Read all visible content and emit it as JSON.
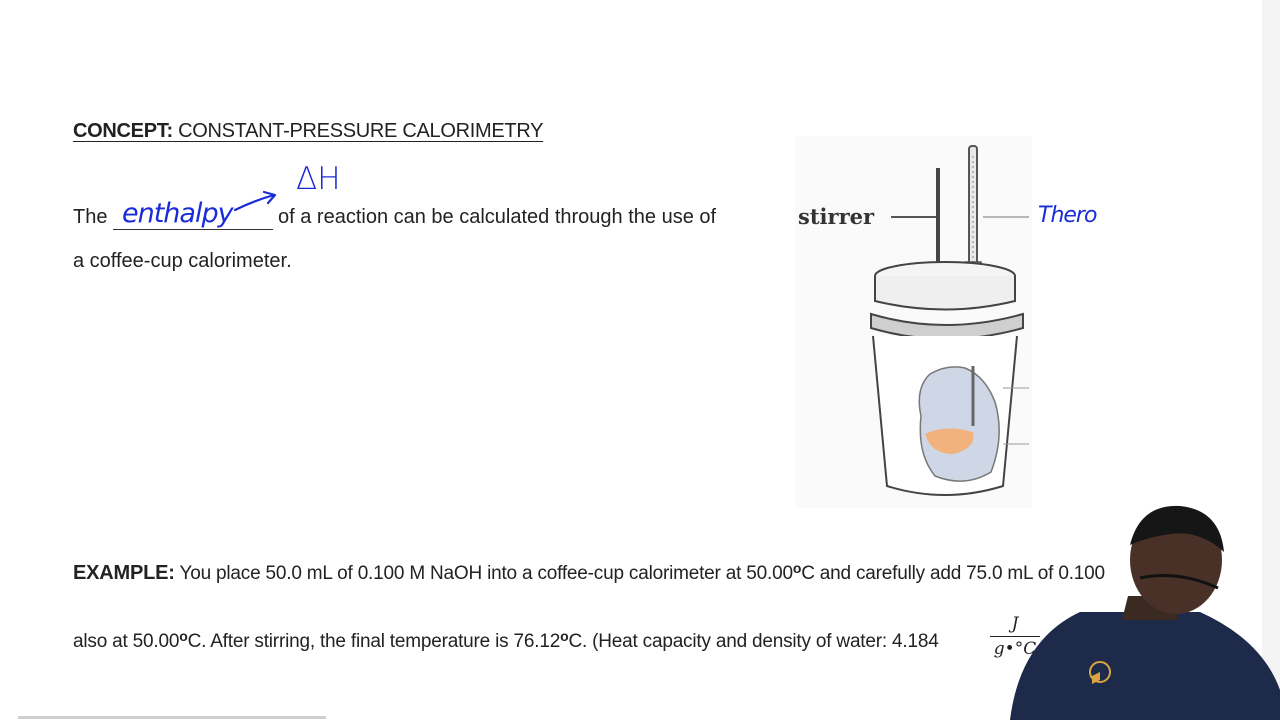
{
  "concept": {
    "title_prefix": "CONCEPT:",
    "title_rest": "CONSTANT-PRESSURE CALORIMETRY",
    "line1_start": "The",
    "line1_end": "of a reaction can be calculated through the use of",
    "line2": "a coffee-cup calorimeter."
  },
  "handwriting": {
    "enthalpy": "enthalpy",
    "delta_h": "ΔH",
    "thermo": "Thero"
  },
  "diagram": {
    "stirrer_label": "stirrer"
  },
  "example": {
    "label": "EXAMPLE:",
    "line1_a": "You place 50.0 mL of 0.100 M NaOH into a coffee-cup calorimeter at 50.00",
    "line1_b": "C and carefully add 75.0 mL of 0.100",
    "line2_a": "also at 50.00",
    "line2_b": "C. After stirring, the final temperature is 76.12",
    "line2_c": "C. (Heat capacity and density of water: 4.184",
    "degree": "o",
    "unit_num": "J",
    "unit_den": "g•°C"
  }
}
